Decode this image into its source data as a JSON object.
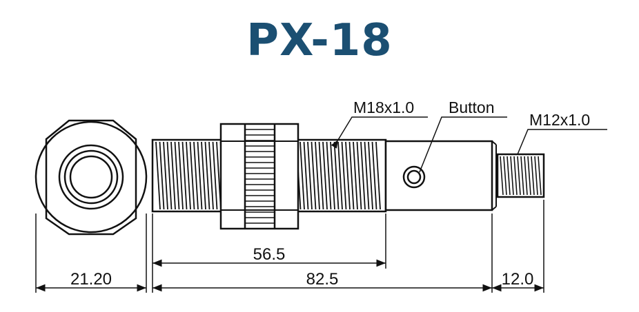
{
  "title": "PX-18",
  "labels": {
    "thread_main": "M18x1.0",
    "button": "Button",
    "thread_connector": "M12x1.0"
  },
  "dimensions": {
    "hex_width": "21.20",
    "thread_length": "56.5",
    "body_length": "82.5",
    "connector_length": "12.0"
  },
  "colors": {
    "title": "#1b4f72",
    "lines": "#111111"
  }
}
